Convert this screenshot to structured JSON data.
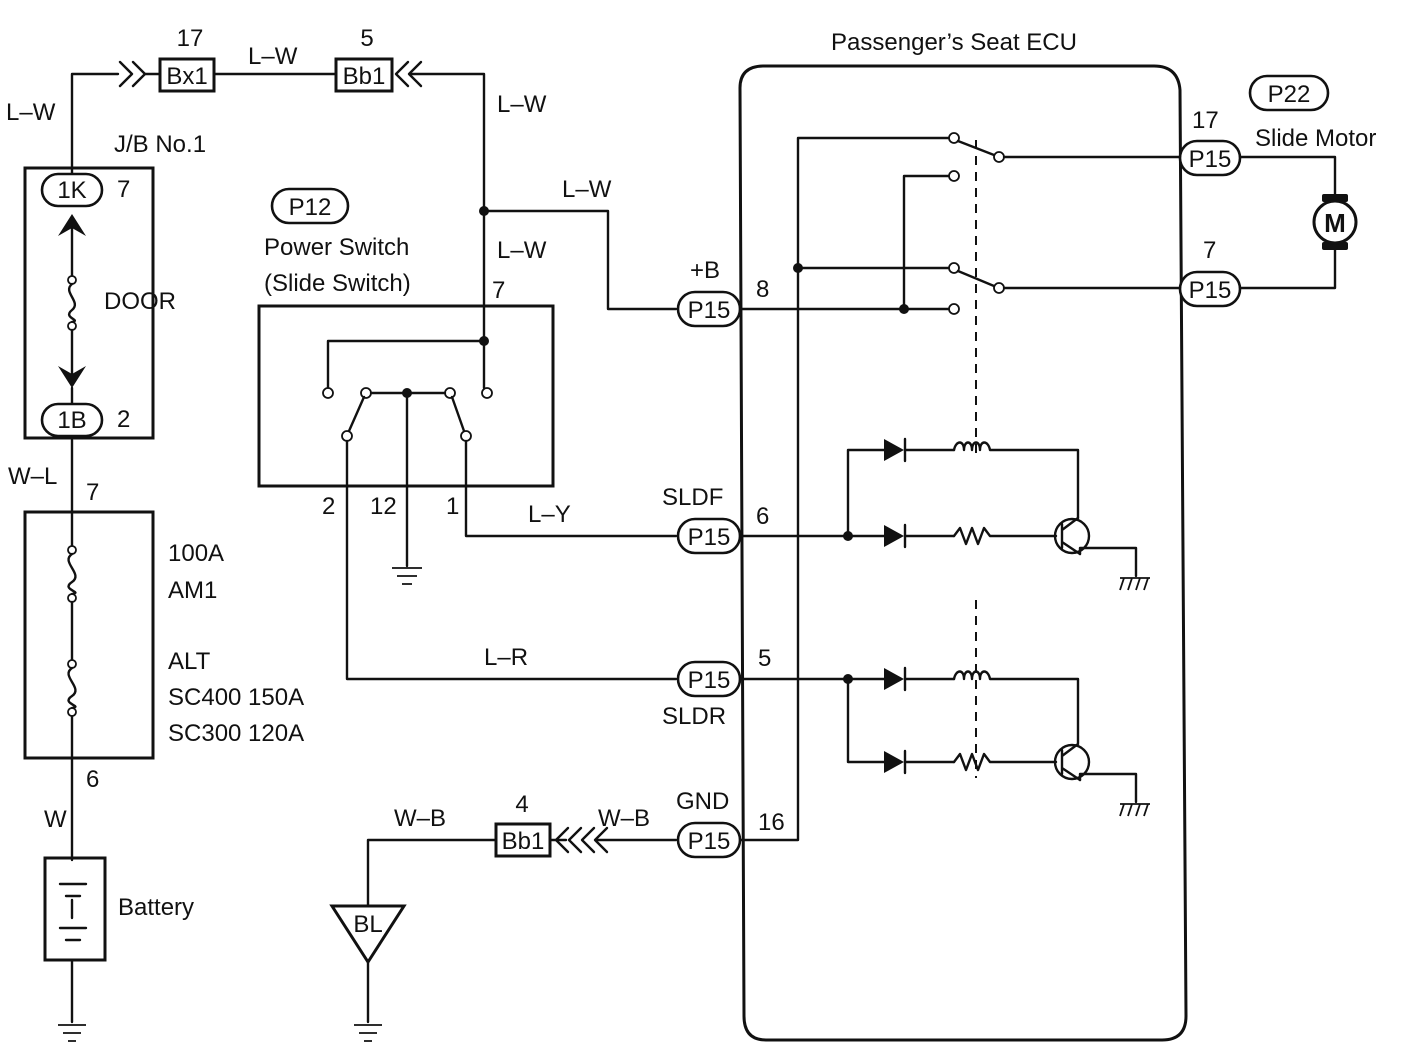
{
  "ecu": {
    "title": "Passenger’s Seat ECU"
  },
  "jb": {
    "label": "J/B No.1",
    "connector_top": "1K",
    "pin_top": "7",
    "fuse": "DOOR",
    "connector_bottom": "1B",
    "pin_bottom": "2"
  },
  "fusible": {
    "pin_top": "7",
    "pin_bottom": "6",
    "am1": [
      "100A",
      "AM1"
    ],
    "alt": [
      "ALT",
      "SC400 150A",
      "SC300 120A"
    ]
  },
  "battery": {
    "label": "Battery"
  },
  "connectors": {
    "bx1": {
      "label": "Bx1",
      "pin": "17"
    },
    "bb1_top": {
      "label": "Bb1",
      "pin": "5"
    },
    "bb1_bottom": {
      "label": "Bb1",
      "pin": "4"
    },
    "bl": {
      "label": "BL"
    }
  },
  "power_switch": {
    "code": "P12",
    "title": "Power Switch",
    "subtitle": "(Slide Switch)",
    "pin_7": "7",
    "pin_2": "2",
    "pin_12": "12",
    "pin_1": "1"
  },
  "motor": {
    "code": "P22",
    "title": "Slide Motor",
    "symbol": "M"
  },
  "ecu_pins": [
    {
      "conn": "P15",
      "name": "+B",
      "pin": "8"
    },
    {
      "conn": "P15",
      "name": "SLDF",
      "pin": "6"
    },
    {
      "conn": "P15",
      "name": "SLDR",
      "pin": "5"
    },
    {
      "conn": "P15",
      "name": "GND",
      "pin": "16"
    },
    {
      "conn": "P15",
      "pin": "17"
    },
    {
      "conn": "P15",
      "pin": "7"
    }
  ],
  "wires": {
    "lw_left": "L–W",
    "lw_top": "L–W",
    "lw_right": "L–W",
    "lw_b": "L–W",
    "lw_c": "L–W",
    "wl": "W–L",
    "w": "W",
    "ly": "L–Y",
    "lr": "L–R",
    "wb_left": "W–B",
    "wb_right": "W–B"
  }
}
